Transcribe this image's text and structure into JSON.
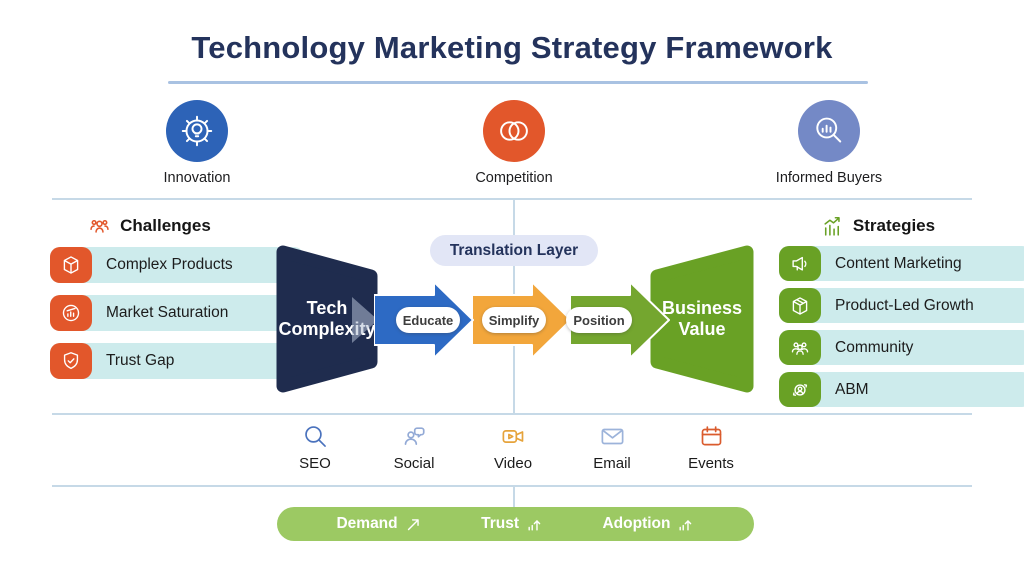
{
  "title": "Technology Marketing Strategy Framework",
  "drivers": {
    "items": [
      {
        "label": "Innovation",
        "icon": "gear-bulb-icon",
        "color": "#2d63b7"
      },
      {
        "label": "Competition",
        "icon": "overlapping-circles-icon",
        "color": "#e2572b"
      },
      {
        "label": "Informed Buyers",
        "icon": "magnifier-chart-icon",
        "color": "#7489c6"
      }
    ]
  },
  "challenges": {
    "heading": "Challenges",
    "heading_icon": "crowd-icon",
    "items": [
      {
        "label": "Complex Products",
        "icon": "cube-icon"
      },
      {
        "label": "Market Saturation",
        "icon": "gauge-bars-icon"
      },
      {
        "label": "Trust Gap",
        "icon": "shield-check-icon"
      }
    ]
  },
  "flow": {
    "source_label": "Tech Complexity",
    "translation_label": "Translation Layer",
    "steps": [
      {
        "label": "Educate",
        "arrow_color": "#2d6ac4"
      },
      {
        "label": "Simplify",
        "arrow_color": "#f2a63b"
      },
      {
        "label": "Position",
        "arrow_color": "#74a62f"
      }
    ],
    "target_label": "Business Value"
  },
  "strategies": {
    "heading": "Strategies",
    "heading_icon": "chart-growth-icon",
    "items": [
      {
        "label": "Content Marketing",
        "icon": "megaphone-icon"
      },
      {
        "label": "Product-Led Growth",
        "icon": "package-icon"
      },
      {
        "label": "Community",
        "icon": "community-icon"
      },
      {
        "label": "ABM",
        "icon": "abm-orbit-icon"
      }
    ]
  },
  "channels": {
    "items": [
      {
        "label": "SEO",
        "icon": "magnifier-icon",
        "color": "#4a72bd"
      },
      {
        "label": "Social",
        "icon": "person-bubble-icon",
        "color": "#93aad6"
      },
      {
        "label": "Video",
        "icon": "video-camera-icon",
        "color": "#e6a33b"
      },
      {
        "label": "Email",
        "icon": "envelope-icon",
        "color": "#9cb3da"
      },
      {
        "label": "Events",
        "icon": "calendar-icon",
        "color": "#da5b2d"
      }
    ]
  },
  "outcomes": {
    "items": [
      {
        "label": "Demand",
        "icon": "diagonal-up-arrow-icon"
      },
      {
        "label": "Trust",
        "icon": "bars-up-arrow-icon"
      },
      {
        "label": "Adoption",
        "icon": "bars-up-arrow-icon"
      }
    ]
  },
  "colors": {
    "title": "#24335c",
    "navy": "#1f2c4e",
    "underline": "#a9c2e2",
    "divider": "#c6d9e7",
    "blue": "#2d63b7",
    "orange": "#e2572b",
    "periwinkle": "#7489c6",
    "arrowBlue": "#2d6ac4",
    "arrowOrange": "#f2a63b",
    "arrowGreen": "#74a62f",
    "valueGreen": "#69a125",
    "pillCyan": "#cdebec",
    "translation": "#e2e6f6",
    "barGreen": "#9cc963"
  }
}
